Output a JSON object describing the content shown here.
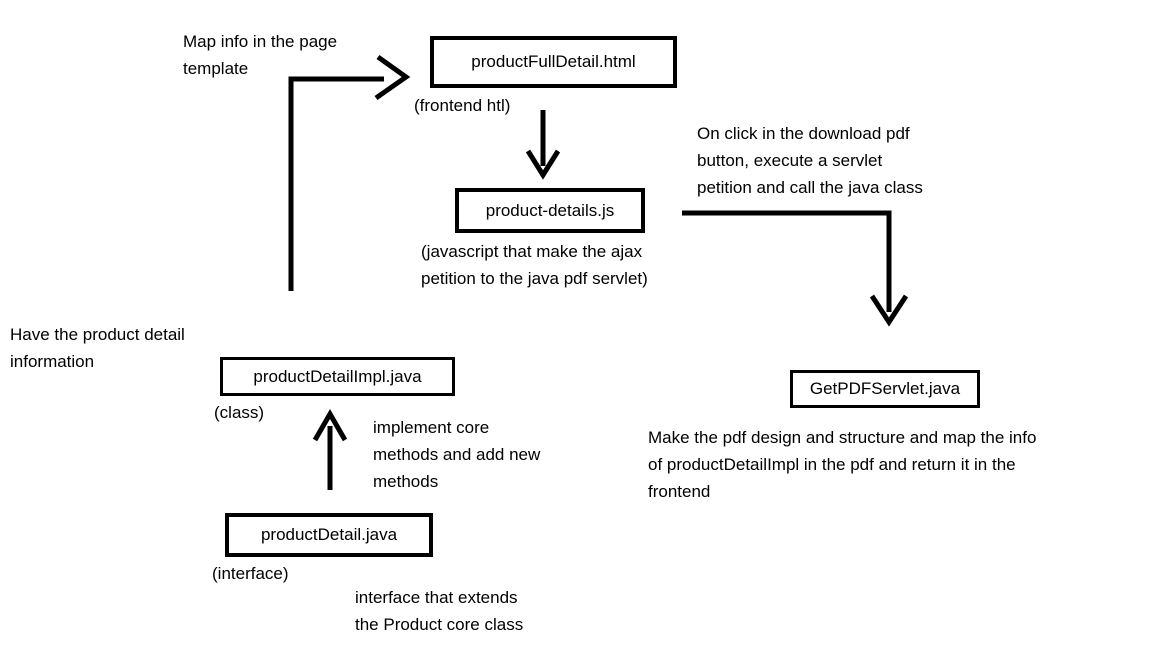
{
  "diagram": {
    "background": "#ffffff",
    "stroke_color": "#000000",
    "nodes": {
      "product_full_detail_html": {
        "label": "productFullDetail.html",
        "caption": "(frontend htl)"
      },
      "product_details_js": {
        "label": "product-details.js",
        "caption": "(javascript that make the ajax\npetition to the java pdf servlet)"
      },
      "get_pdf_servlet_java": {
        "label": "GetPDFServlet.java",
        "caption": "Make the pdf design and structure and map the info\nof productDetailImpl in the pdf and return it in the\nfrontend"
      },
      "product_detail_impl_java": {
        "label": "productDetailImpl.java",
        "caption": "(class)"
      },
      "product_detail_java": {
        "label": "productDetail.java",
        "caption": "(interface)"
      }
    },
    "annotations": {
      "map_info": "Map info in the page\ntemplate",
      "on_click": "On click in the download pdf\nbutton, execute a servlet\npetition and call the java class",
      "have_product_detail": "Have the product detail\ninformation",
      "implement_core": "implement core\nmethods and add new\nmethods",
      "interface_extends": "interface that extends\nthe Product core class"
    }
  }
}
